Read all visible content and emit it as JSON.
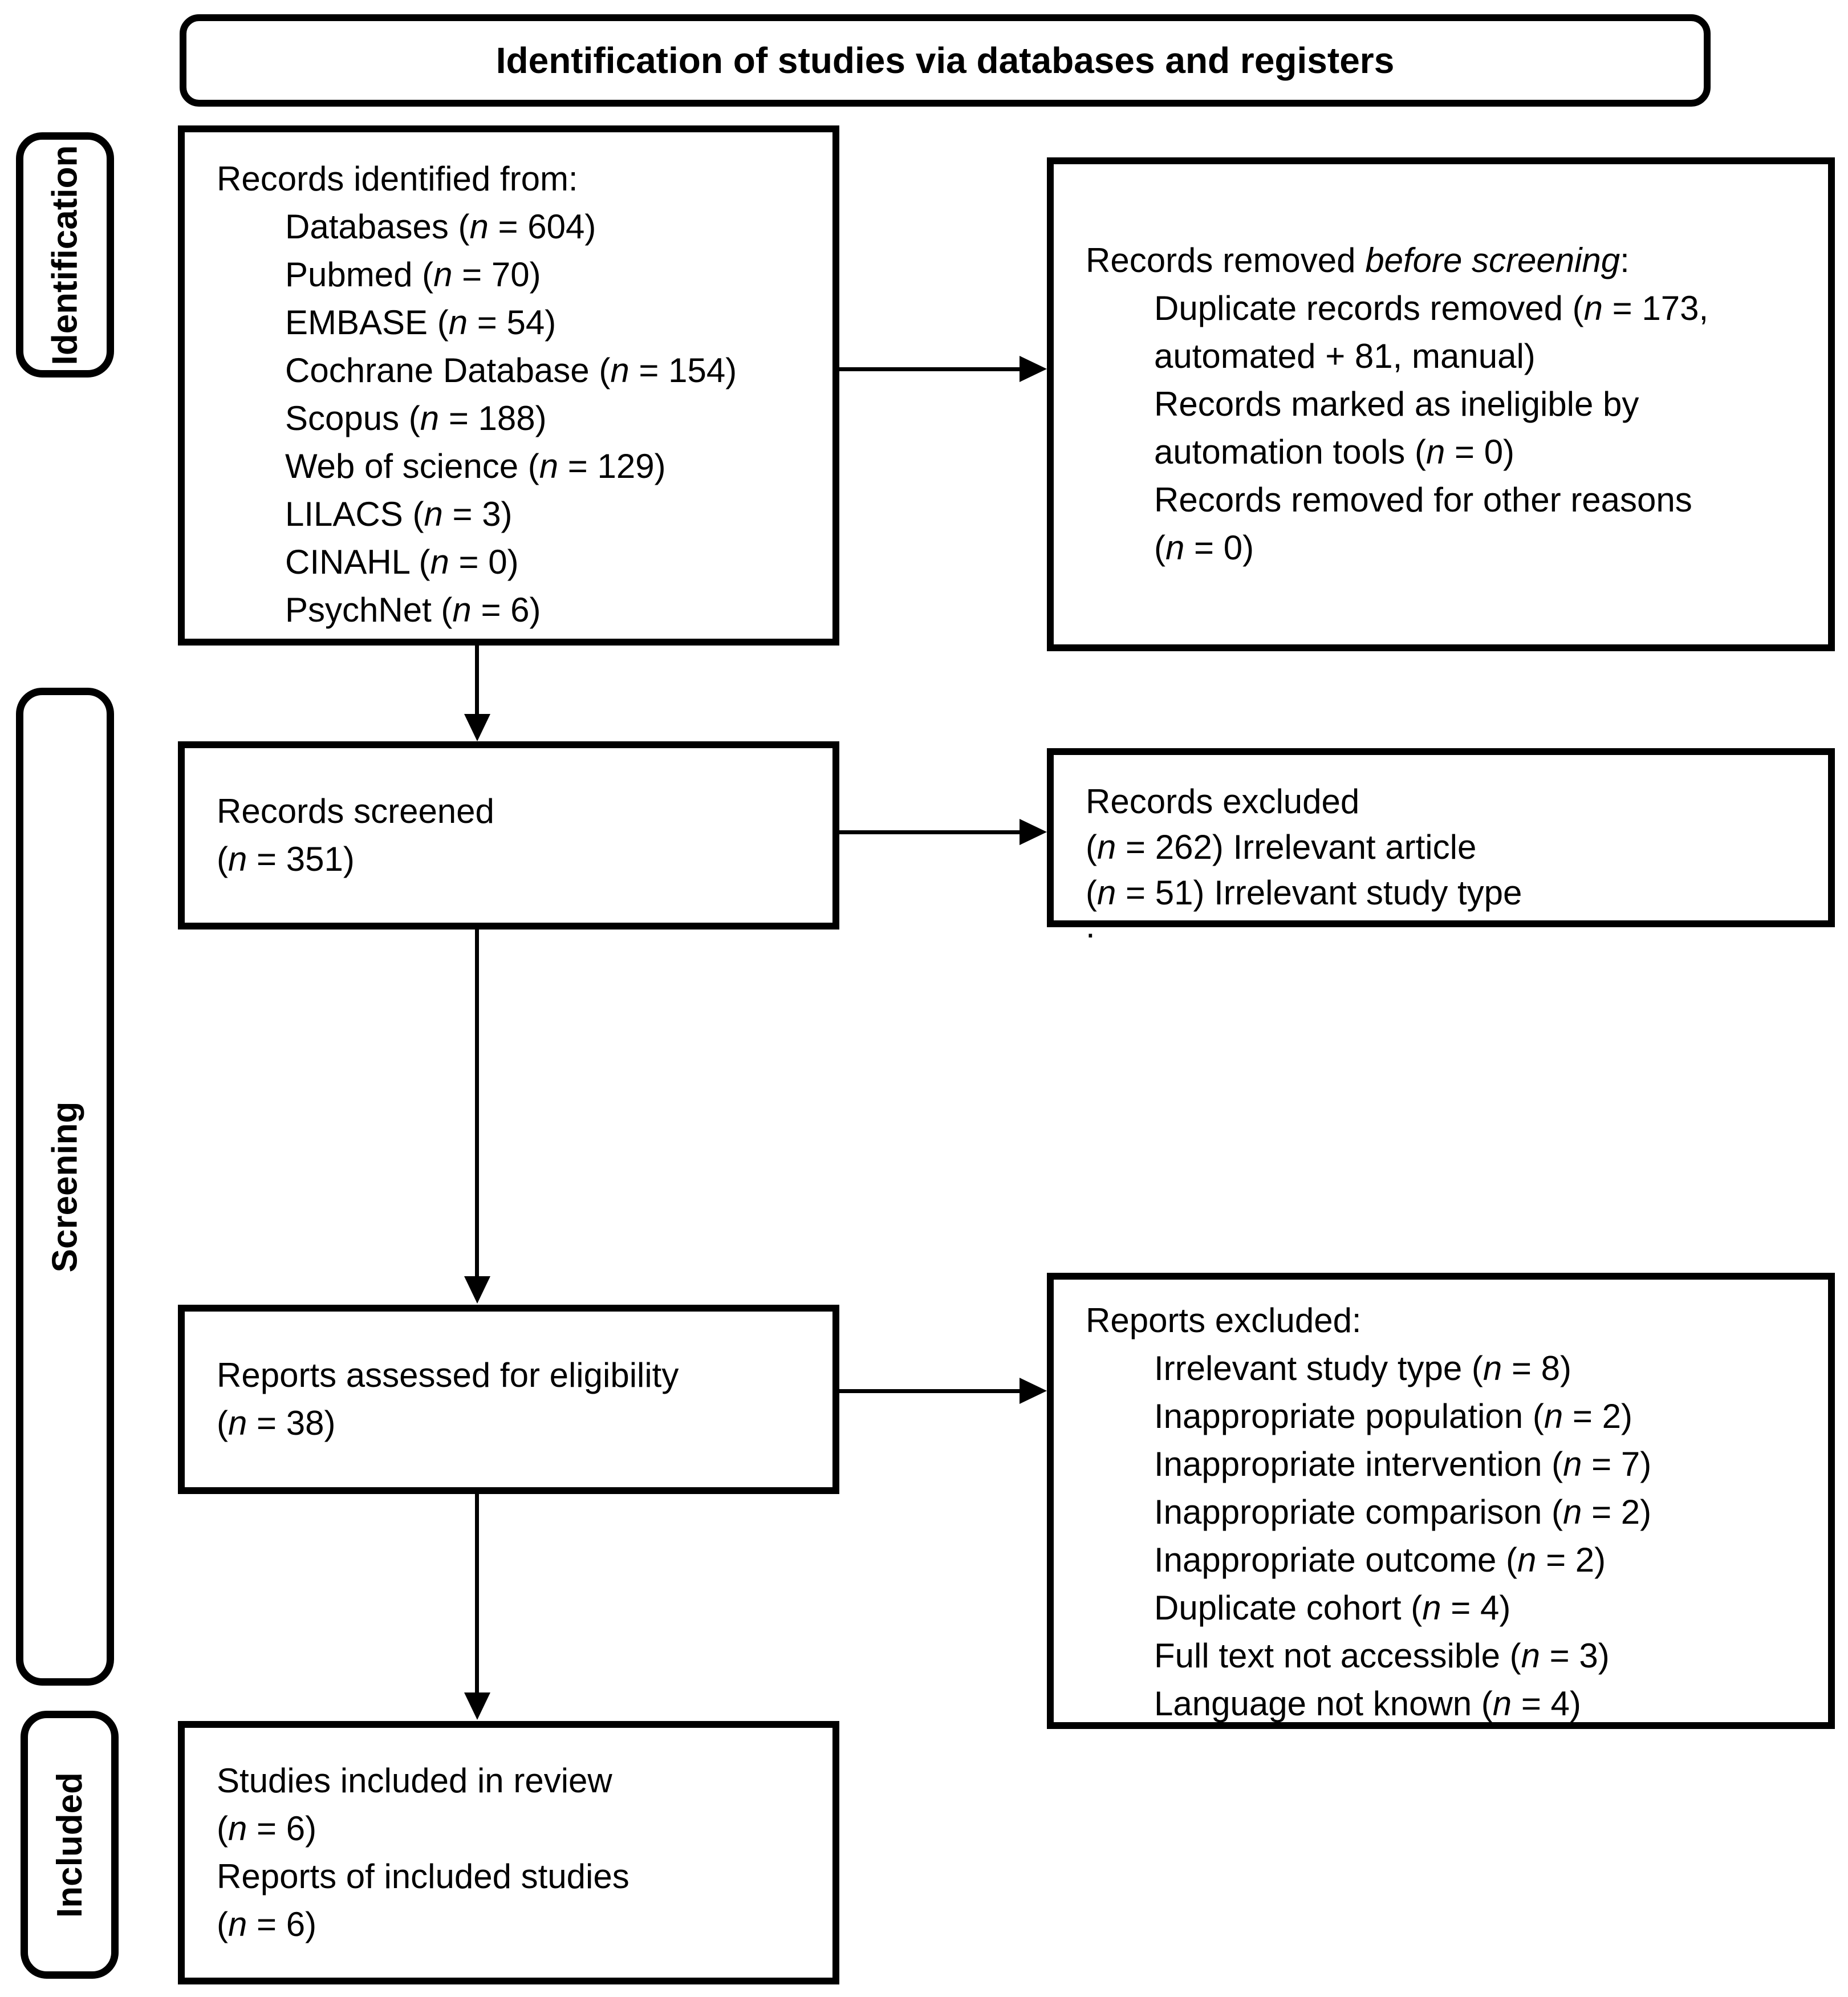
{
  "title": "Identification of studies via databases and registers",
  "phases": {
    "identification": "Identification",
    "screening": "Screening",
    "included": "Included"
  },
  "boxes": {
    "records_identified": {
      "heading": "Records identified from:",
      "items": [
        "Databases (n = 604)",
        "Pubmed (n = 70)",
        "EMBASE (n = 54)",
        "Cochrane Database (n = 154)",
        "Scopus (n = 188)",
        "Web of science (n = 129)",
        "LILACS (n = 3)",
        "CINAHL (n = 0)",
        "PsychNet (n = 6)"
      ]
    },
    "records_removed": {
      "heading_prefix": "Records removed ",
      "heading_italic": "before screening",
      "heading_suffix": ":",
      "items": [
        "Duplicate records removed (n = 173, automated + 81, manual)",
        "Records marked as ineligible by automation tools (n = 0)",
        "Records removed for other reasons (n = 0)"
      ]
    },
    "records_screened": {
      "lines": [
        "Records screened",
        "(n = 351)"
      ]
    },
    "records_excluded": {
      "lines": [
        "Records excluded",
        "(n = 262) Irrelevant article",
        "(n = 51) Irrelevant study type"
      ],
      "footnote_dot": "."
    },
    "reports_assessed": {
      "lines": [
        "Reports assessed for eligibility",
        "(n = 38)"
      ]
    },
    "reports_excluded": {
      "heading": "Reports excluded:",
      "items": [
        "Irrelevant study type (n = 8)",
        "Inappropriate population (n = 2)",
        "Inappropriate intervention (n = 7)",
        "Inappropriate comparison (n = 2)",
        "Inappropriate outcome (n = 2)",
        "Duplicate cohort (n = 4)",
        "Full text not accessible (n = 3)",
        "Language not known (n = 4)"
      ]
    },
    "studies_included": {
      "lines": [
        "Studies included in review",
        "(n = 6)",
        "Reports of included studies",
        "(n = 6)"
      ]
    }
  },
  "colors": {
    "line": "#000000",
    "background": "#ffffff"
  }
}
